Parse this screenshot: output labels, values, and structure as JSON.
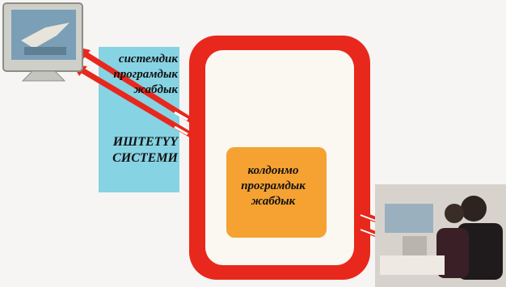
{
  "diagram": {
    "system_software_label": "системдик\nпрограмдык\nжабдык",
    "operating_system_label": "ИШТЕТҮҮ\nСИСТЕМИ",
    "application_software_label": "колдонмо\nпрограмдык\nжабдык",
    "icons": {
      "computer": "monitor-icon",
      "users": "users-photo-icon"
    },
    "colors": {
      "frame_red": "#e8281c",
      "panel_cyan": "#86d3e3",
      "box_orange": "#f5a233",
      "background": "#f6f5f3"
    }
  }
}
